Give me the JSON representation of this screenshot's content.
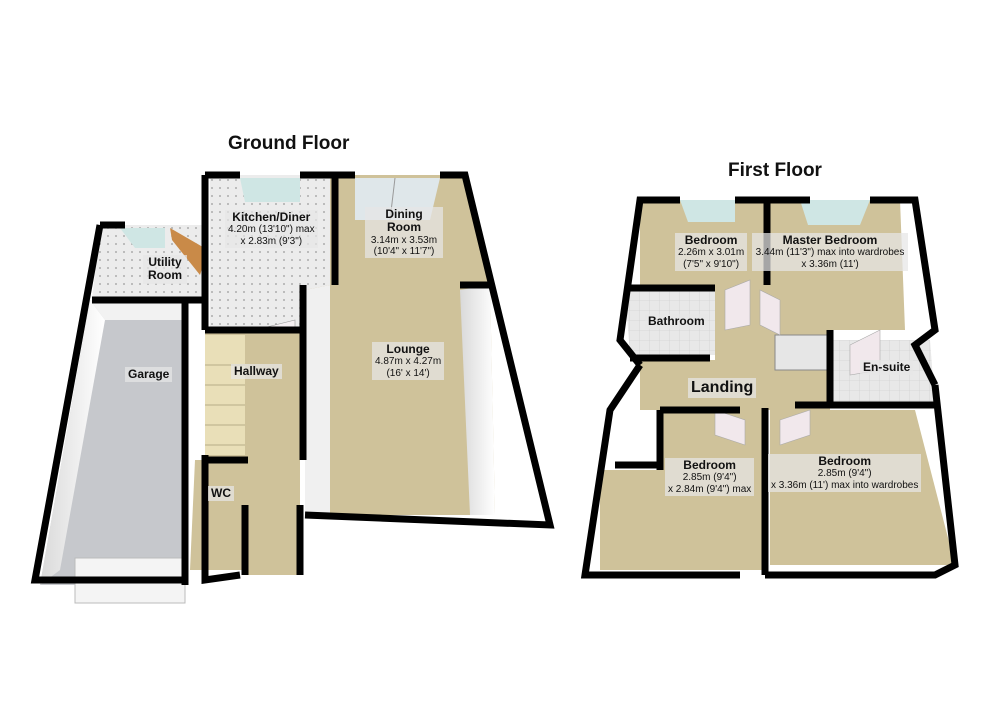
{
  "floors": [
    {
      "title": "Ground Floor",
      "rooms": [
        {
          "name": "Kitchen/Diner",
          "dims": [
            "4.20m (13'10\") max",
            "x 2.83m (9'3\")"
          ]
        },
        {
          "name": "Dining Room",
          "dims": [
            "3.14m x 3.53m",
            "(10'4\" x 11'7\")"
          ]
        },
        {
          "name": "Utility Room",
          "dims": []
        },
        {
          "name": "Garage",
          "dims": []
        },
        {
          "name": "Hallway",
          "dims": []
        },
        {
          "name": "Lounge",
          "dims": [
            "4.87m x 4.27m",
            "(16' x 14')"
          ]
        },
        {
          "name": "WC",
          "dims": []
        }
      ]
    },
    {
      "title": "First Floor",
      "rooms": [
        {
          "name": "Bedroom",
          "dims": [
            "2.26m x 3.01m",
            "(7'5\" x 9'10\")"
          ]
        },
        {
          "name": "Master Bedroom",
          "dims": [
            "3.44m (11'3\") max into wardrobes",
            "x 3.36m (11')"
          ]
        },
        {
          "name": "Bathroom",
          "dims": []
        },
        {
          "name": "Landing",
          "dims": []
        },
        {
          "name": "En-suite",
          "dims": []
        },
        {
          "name": "Bedroom",
          "dims": [
            "2.85m (9'4\")",
            "x 2.84m (9'4\") max"
          ]
        },
        {
          "name": "Bedroom",
          "dims": [
            "2.85m (9'4\")",
            "x 3.36m (11') max into wardrobes"
          ]
        }
      ]
    }
  ],
  "colors": {
    "wall": "#000000",
    "carpet": "#cfc29a",
    "tile": "#e9e9e9",
    "garage_floor": "#c6c8cc",
    "inner_wall": "#f3f3f3",
    "window": "#cfe6e4",
    "door_wood": "#c98a48"
  }
}
